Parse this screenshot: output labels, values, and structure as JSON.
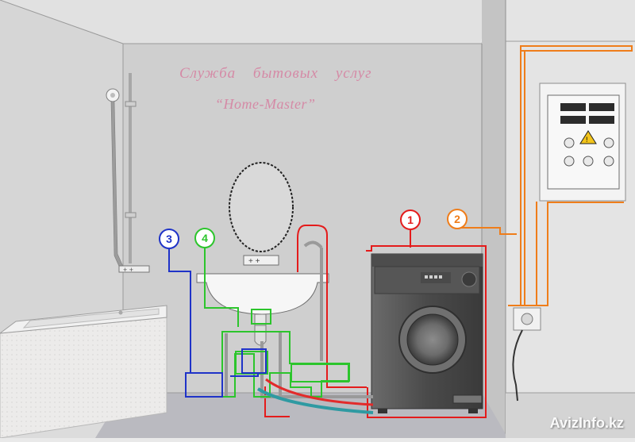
{
  "title": {
    "line1": "Служба бытовых услуг",
    "line2": "“Home-Master”"
  },
  "watermark": "AvizInfo.kz",
  "callouts": [
    {
      "number": "1",
      "color": "#e41b1b"
    },
    {
      "number": "2",
      "color": "#ef7d1a"
    },
    {
      "number": "3",
      "color": "#1f33c8"
    },
    {
      "number": "4",
      "color": "#2cc52c"
    }
  ],
  "colors": {
    "wall": "#d9d9d9",
    "back_wall": "#cfcfcf",
    "floor": "#b9b9bf",
    "red_line": "#e41b1b",
    "orange_line": "#ef7d1a",
    "blue_line": "#1f33c8",
    "green_line": "#2cc52c",
    "washer_body": "#5b5b5b"
  },
  "icons": [
    "shower-icon",
    "faucet-icon",
    "mirror-icon",
    "warning-icon",
    "socket-icon"
  ]
}
